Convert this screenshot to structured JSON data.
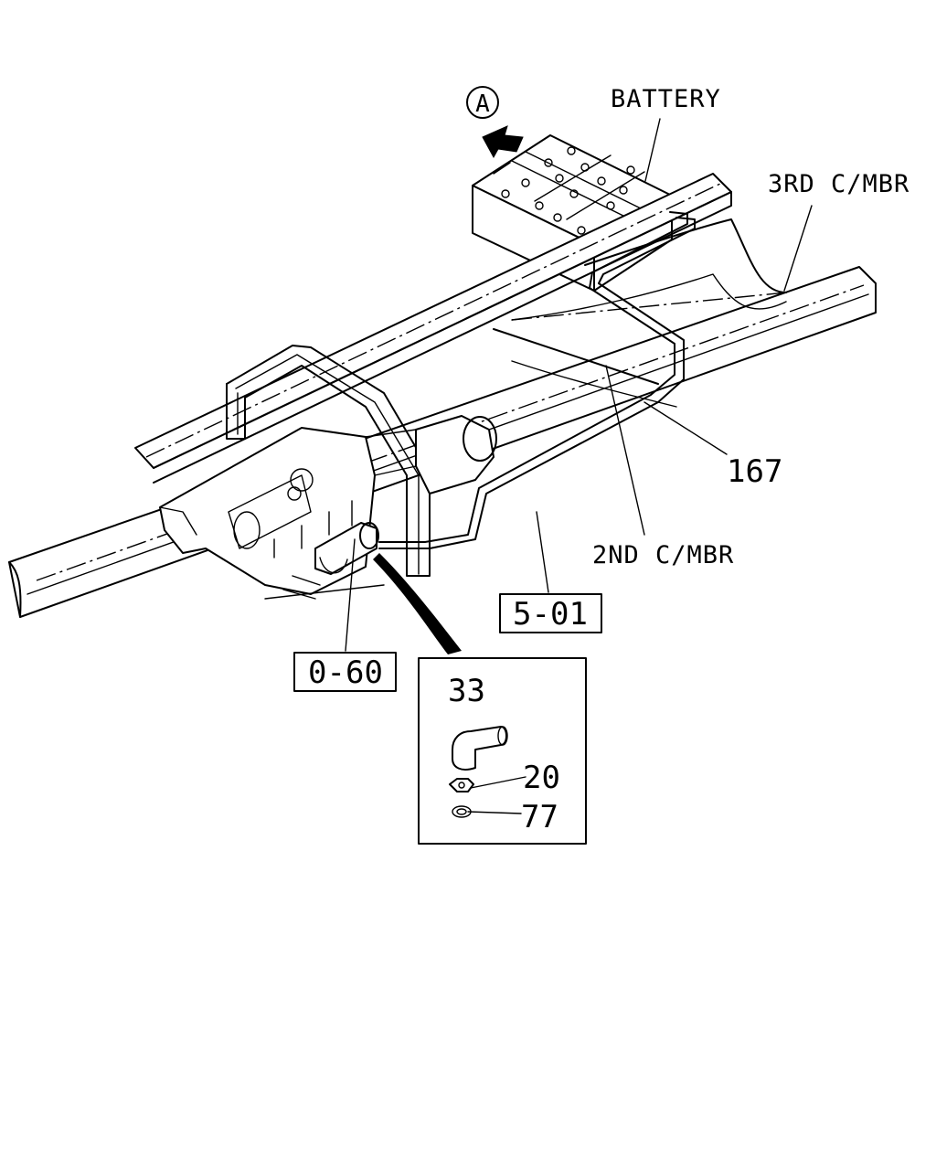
{
  "labels": {
    "view_marker": "A",
    "battery": "BATTERY",
    "third_cross_member": "3RD C/MBR",
    "second_cross_member": "2ND C/MBR",
    "part_167": "167",
    "ref_5_01": "5-01",
    "ref_0_60": "0-60",
    "part_33": "33",
    "part_20": "20",
    "part_77": "77"
  }
}
